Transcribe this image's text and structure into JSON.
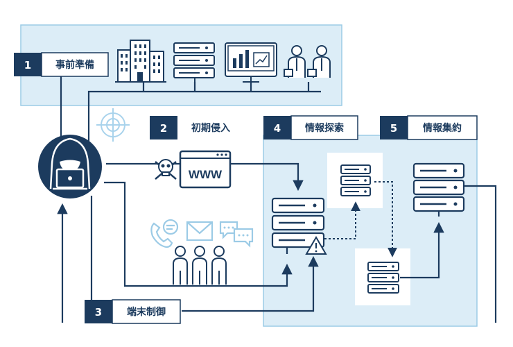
{
  "stages": [
    {
      "num": "1",
      "label": "事前準備"
    },
    {
      "num": "2",
      "label": "初期侵入"
    },
    {
      "num": "3",
      "label": "端末制御"
    },
    {
      "num": "4",
      "label": "情報探索"
    },
    {
      "num": "5",
      "label": "情報集約"
    }
  ],
  "web_text": "WWW",
  "colors": {
    "navy": "#1c3b5e",
    "light_blue": "#dcedf7",
    "border_blue": "#9ccbe6",
    "target_blue": "#a9d3ec",
    "white": "#ffffff"
  },
  "icons": [
    "office-building-icon",
    "server-rack-icon",
    "analytics-monitor-icon",
    "business-people-icon",
    "target-crosshair-icon",
    "hacker-laptop-icon",
    "skull-crossbones-icon",
    "web-browser-icon",
    "phone-call-icon",
    "email-envelope-icon",
    "chat-bubbles-icon",
    "employees-group-icon",
    "warning-triangle-icon"
  ]
}
